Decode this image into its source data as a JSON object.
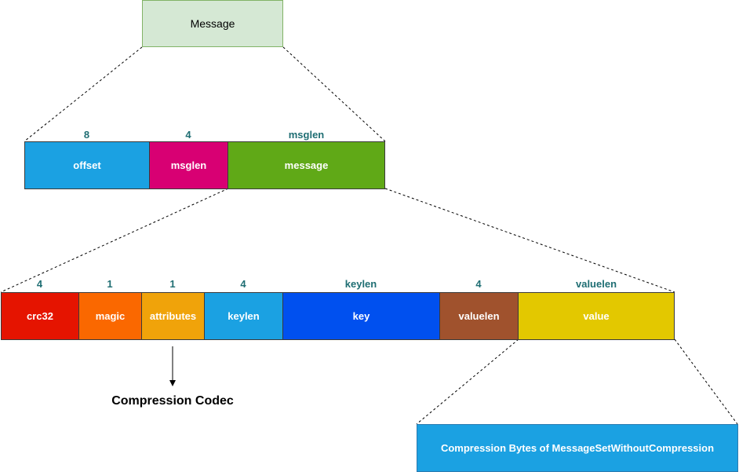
{
  "top_box": {
    "label": "Message",
    "fill": "#d5e8d4",
    "stroke": "#82b366"
  },
  "row1": {
    "sizes": {
      "offset": "8",
      "msglen": "4",
      "message": "msglen"
    },
    "fields": [
      {
        "key": "offset",
        "label": "offset",
        "color": "#1ba1e2"
      },
      {
        "key": "msglen",
        "label": "msglen",
        "color": "#d80073"
      },
      {
        "key": "message",
        "label": "message",
        "color": "#60a917"
      }
    ]
  },
  "row2": {
    "sizes": {
      "crc32": "4",
      "magic": "1",
      "attributes": "1",
      "keylen": "4",
      "key": "keylen",
      "valuelen": "4",
      "value": "valuelen"
    },
    "fields": [
      {
        "key": "crc32",
        "label": "crc32",
        "color": "#e51400"
      },
      {
        "key": "magic",
        "label": "magic",
        "color": "#fa6800"
      },
      {
        "key": "attributes",
        "label": "attributes",
        "color": "#f0a30a"
      },
      {
        "key": "keylen",
        "label": "keylen",
        "color": "#1ba1e2"
      },
      {
        "key": "key",
        "label": "key",
        "color": "#0050ef"
      },
      {
        "key": "valuelen",
        "label": "valuelen",
        "color": "#a0522d"
      },
      {
        "key": "value",
        "label": "value",
        "color": "#e3c800"
      }
    ]
  },
  "annotation": {
    "label": "Compression Codec"
  },
  "bottom_box": {
    "label": "Compression Bytes of MessageSetWithoutCompression",
    "color": "#1ba1e2"
  }
}
